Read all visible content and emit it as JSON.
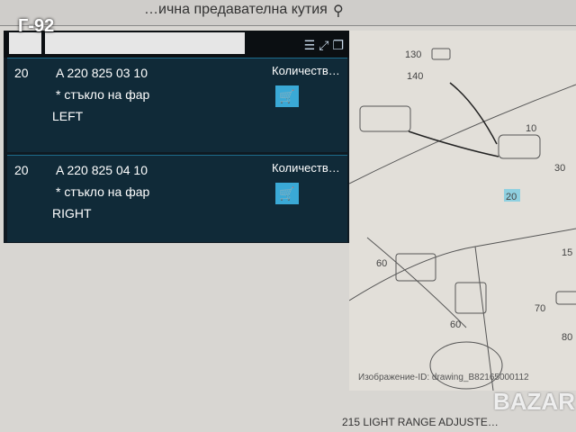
{
  "header": {
    "title": "…ична предавателна кутия",
    "overlay_tag": "Г-92"
  },
  "panel": {
    "icons": [
      "list-icon",
      "expand-icon",
      "copy-icon"
    ],
    "rows": [
      {
        "position": "20",
        "part_number": "A 220 825 03 10",
        "description": "* стъкло на фар",
        "side": "LEFT",
        "quantity_label": "Количеств…",
        "cart_icon": "cart-icon"
      },
      {
        "position": "20",
        "part_number": "A 220 825 04 10",
        "description": "* стъкло на фар",
        "side": "RIGHT",
        "quantity_label": "Количеств…",
        "cart_icon": "cart-icon"
      }
    ]
  },
  "diagram": {
    "callouts": [
      "130",
      "140",
      "10",
      "30",
      "20",
      "15",
      "60",
      "60",
      "70",
      "80"
    ],
    "highlighted": "20",
    "highlight_color": "#8fd0e0",
    "caption": "Изображение-ID: drawing_B82165000112"
  },
  "footer": {
    "text": "215 LIGHT RANGE ADJUSTE…"
  },
  "watermark": "BAZAR"
}
